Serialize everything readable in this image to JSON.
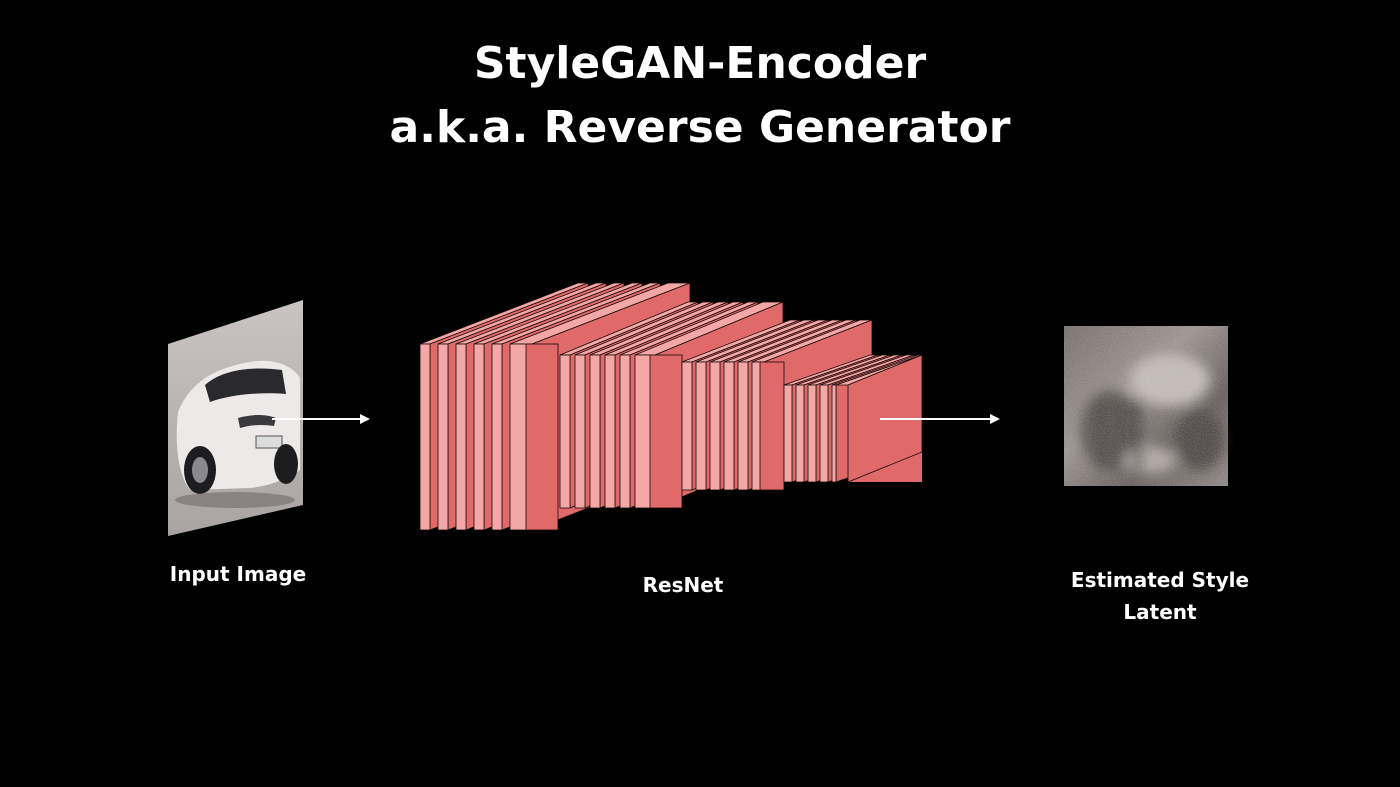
{
  "title": {
    "line1": "StyleGAN-Encoder",
    "line2": "a.k.a. Reverse Generator"
  },
  "labels": {
    "input": "Input Image",
    "network": "ResNet",
    "output_line1": "Estimated Style",
    "output_line2": "Latent"
  },
  "colors": {
    "background": "#000000",
    "text": "#ffffff",
    "layer_fill": "#e06a6a",
    "layer_face": "#f3a7a7",
    "arrow": "#ffffff"
  }
}
